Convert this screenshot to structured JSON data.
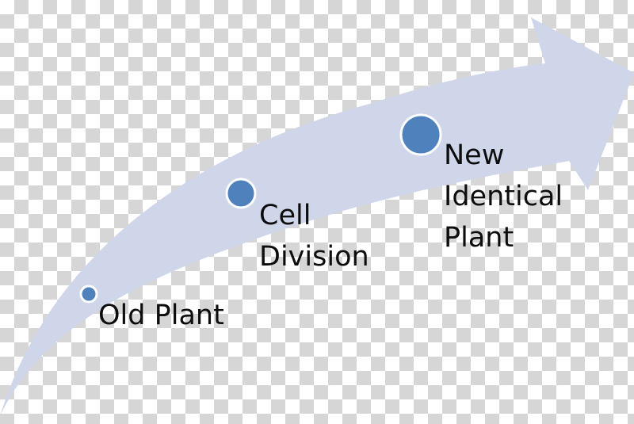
{
  "diagram": {
    "arrow_color": "#d0d6e9",
    "dot_fill": "#4f81bd",
    "dot_stroke": "#ffffff",
    "steps": [
      {
        "label": "Old Plant"
      },
      {
        "label": "Cell\nDivision"
      },
      {
        "label": "New\nIdentical\nPlant"
      }
    ]
  }
}
